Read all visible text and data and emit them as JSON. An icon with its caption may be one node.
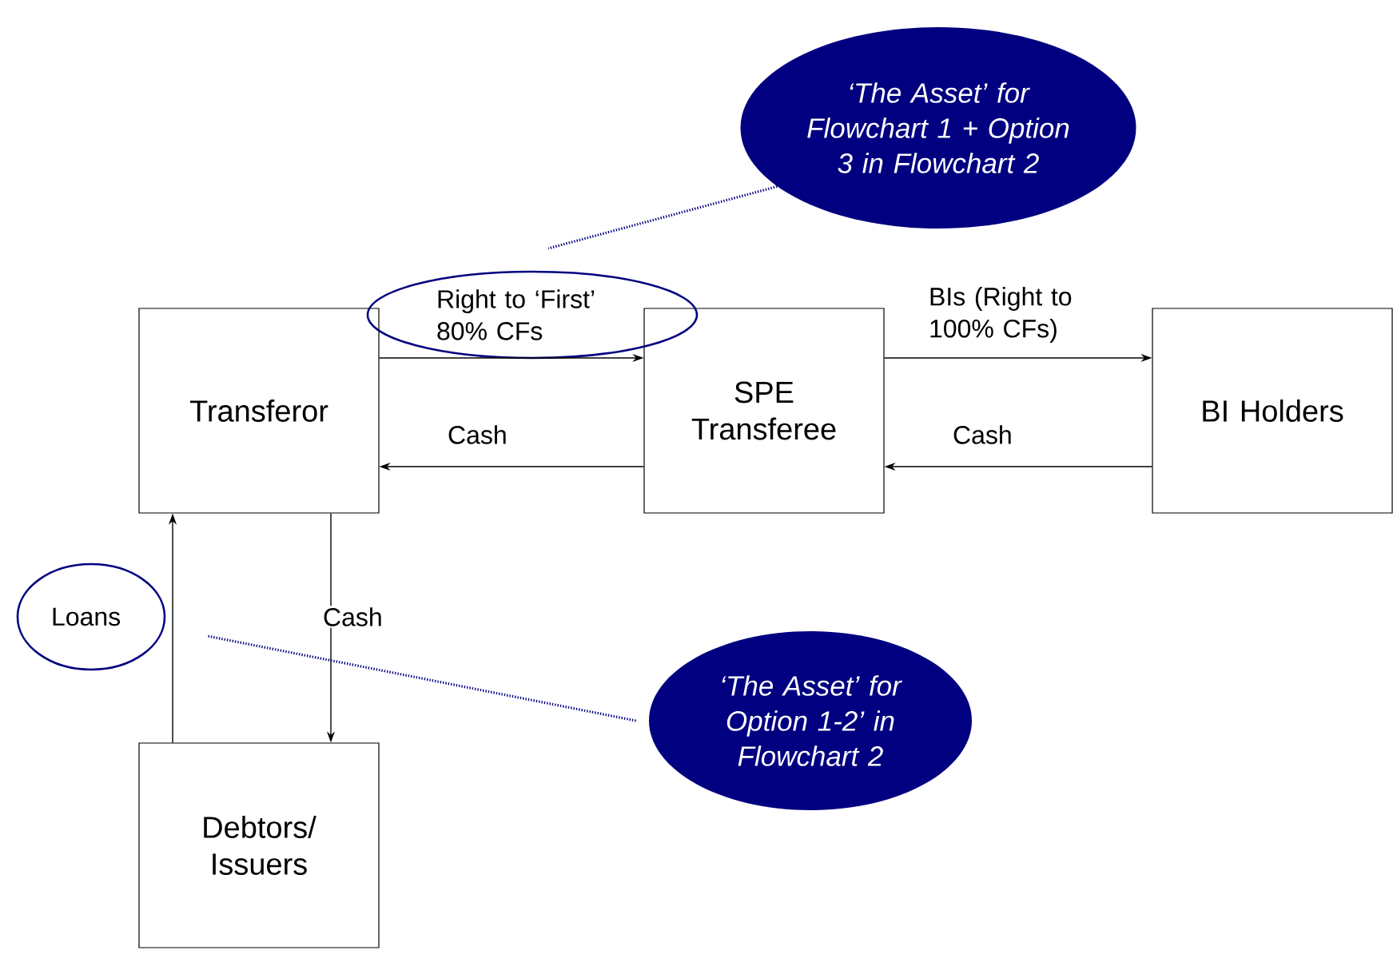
{
  "diagram": {
    "nodes": [
      {
        "text": [
          "Transferor"
        ]
      },
      {
        "text": [
          "SPE Transferee"
        ]
      },
      {
        "text": [
          "BI Holders"
        ]
      },
      {
        "text": [
          "Debtors/ Issuers"
        ]
      },
      {
        "text": [
          "Right to ‘First’ 80% CFs"
        ]
      },
      {
        "text": [
          "Loans"
        ]
      },
      {
        "text": [
          "‘The Asset’ for Flowchart 1 + Option 3 in Flowchart 2"
        ]
      },
      {
        "text": [
          "‘The Asset’ for Option 1-2’ in Flowchart 2"
        ]
      }
    ],
    "edges": [
      {
        "from": 0,
        "to": 1,
        "arrow": "to"
      },
      {
        "from": 1,
        "to": 0,
        "arrow": "to",
        "label": "Cash"
      },
      {
        "from": 1,
        "to": 2,
        "arrow": "to",
        "label": "BIs (Right to 100% CFs)"
      },
      {
        "from": 2,
        "to": 1,
        "arrow": "to",
        "label": "Cash"
      },
      {
        "from": 3,
        "to": 0,
        "arrow": "to"
      },
      {
        "from": 0,
        "to": 3,
        "arrow": "to",
        "label": "Cash"
      },
      {
        "from": 6,
        "to": 4,
        "arrow": "none",
        "style": "dashed",
        "color": "#000080"
      },
      {
        "from": 7,
        "to": 5,
        "arrow": "none",
        "style": "dashed",
        "color": "#000080"
      }
    ]
  }
}
